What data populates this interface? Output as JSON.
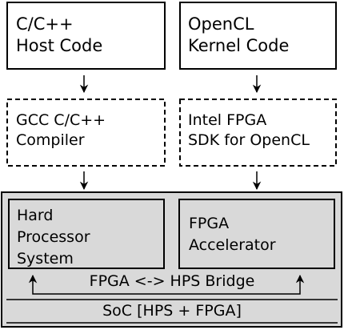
{
  "diagram": {
    "host_code": {
      "line1": "C/C++",
      "line2": "Host Code"
    },
    "kernel_code": {
      "line1": "OpenCL",
      "line2": "Kernel Code"
    },
    "gcc_compiler": {
      "line1": "GCC C/C++",
      "line2": "Compiler"
    },
    "intel_sdk": {
      "line1": "Intel FPGA",
      "line2": "SDK for OpenCL"
    },
    "hps": {
      "line1": "Hard",
      "line2": "Processor",
      "line3": "System"
    },
    "fpga_accel": {
      "line1": "FPGA",
      "line2": "Accelerator"
    },
    "bridge_label": "FPGA <-> HPS Bridge",
    "soc_label": "SoC [HPS + FPGA]"
  },
  "colors": {
    "soc_fill": "#d9d9d9",
    "stroke": "#000000",
    "background": "#ffffff"
  }
}
